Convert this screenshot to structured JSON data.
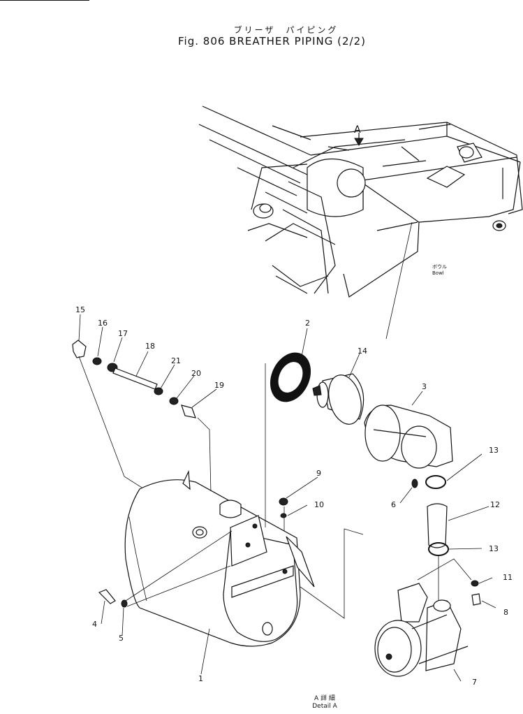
{
  "title": {
    "japanese": "ブリーザ　パイピング",
    "english": "Fig. 806   BREATHER PIPING (2/2)"
  },
  "callouts": [
    "1",
    "2",
    "3",
    "4",
    "5",
    "6",
    "7",
    "8",
    "9",
    "10",
    "11",
    "12",
    "13",
    "13",
    "14",
    "15",
    "16",
    "17",
    "18",
    "19",
    "20",
    "21"
  ],
  "bowl_label": {
    "japanese": "ボウル",
    "english": "Bowl"
  },
  "marker_a": "A",
  "detail_label": {
    "japanese": "A 詳 細",
    "english": "Detail  A"
  }
}
